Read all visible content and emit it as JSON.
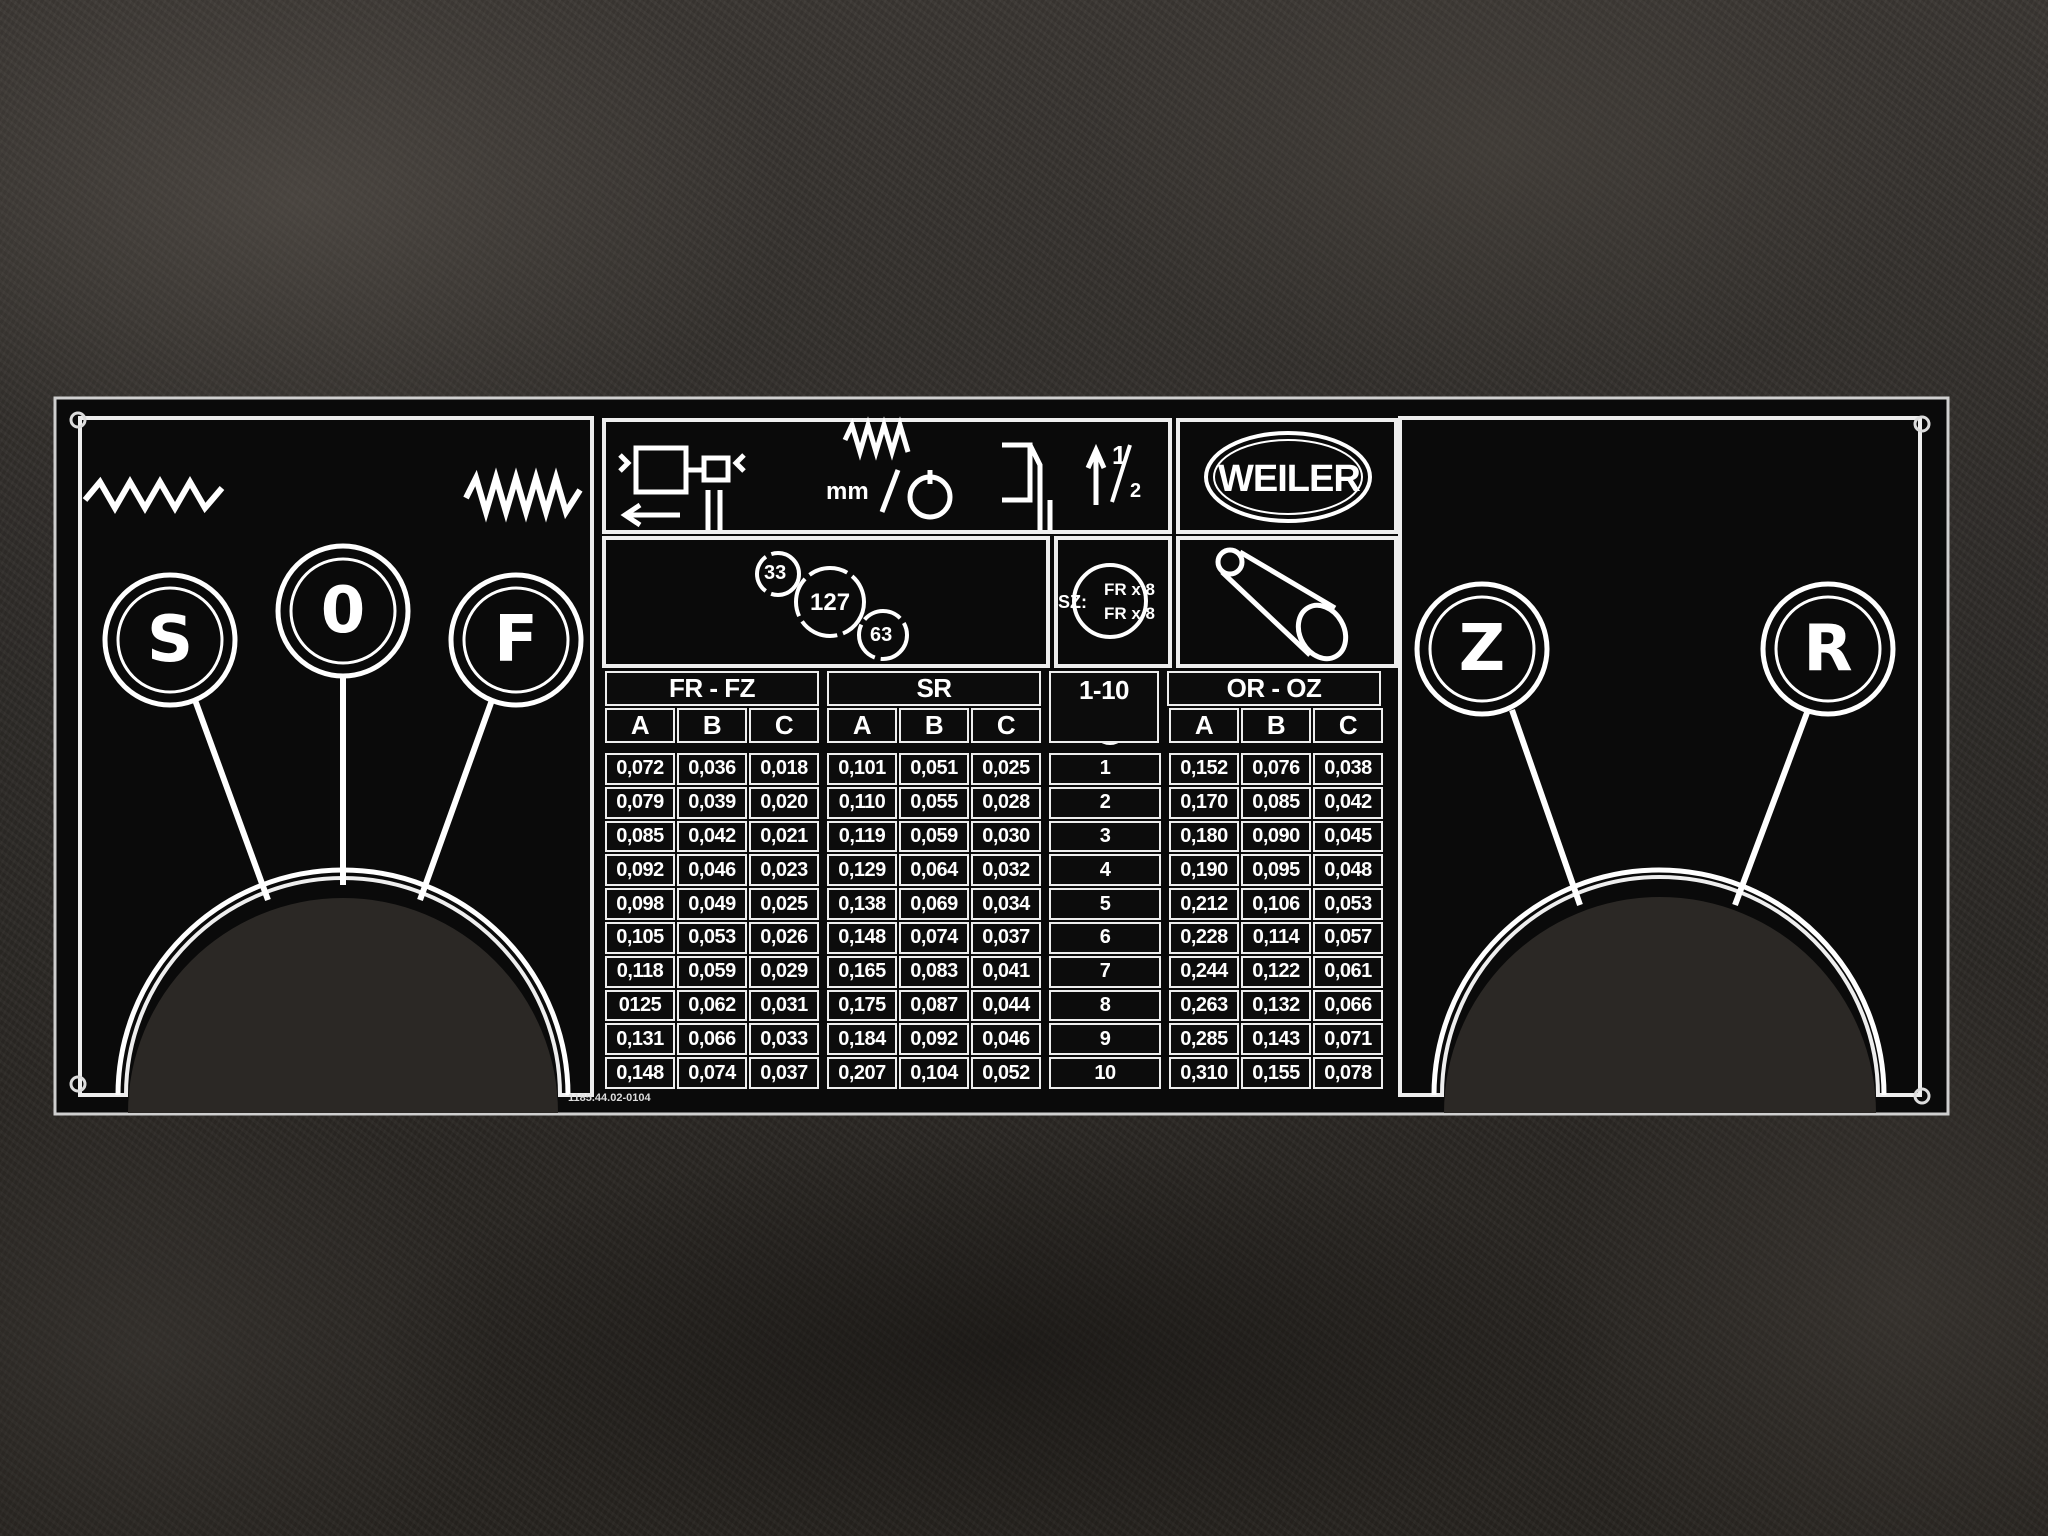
{
  "left_panel": {
    "knobs": [
      "S",
      "0",
      "F"
    ]
  },
  "right_panel": {
    "knobs": [
      "Z",
      "R"
    ]
  },
  "header": {
    "mm": "mm",
    "half_num": "1",
    "half_den": "2",
    "brand": "WEILER",
    "gears": [
      "33",
      "127",
      "63"
    ],
    "sz_label": "SZ:",
    "sz_lines": [
      "FR x 8",
      "FR x 8"
    ]
  },
  "table": {
    "groups": [
      "FR - FZ",
      "SR",
      "1-10",
      "OR - OZ"
    ],
    "subcols": [
      "A",
      "B",
      "C"
    ],
    "rows": [
      {
        "fr": [
          "0,072",
          "0,036",
          "0,018"
        ],
        "sr": [
          "0,101",
          "0,051",
          "0,025"
        ],
        "n": "1",
        "or": [
          "0,152",
          "0,076",
          "0,038"
        ]
      },
      {
        "fr": [
          "0,079",
          "0,039",
          "0,020"
        ],
        "sr": [
          "0,110",
          "0,055",
          "0,028"
        ],
        "n": "2",
        "or": [
          "0,170",
          "0,085",
          "0,042"
        ]
      },
      {
        "fr": [
          "0,085",
          "0,042",
          "0,021"
        ],
        "sr": [
          "0,119",
          "0,059",
          "0,030"
        ],
        "n": "3",
        "or": [
          "0,180",
          "0,090",
          "0,045"
        ]
      },
      {
        "fr": [
          "0,092",
          "0,046",
          "0,023"
        ],
        "sr": [
          "0,129",
          "0,064",
          "0,032"
        ],
        "n": "4",
        "or": [
          "0,190",
          "0,095",
          "0,048"
        ]
      },
      {
        "fr": [
          "0,098",
          "0,049",
          "0,025"
        ],
        "sr": [
          "0,138",
          "0,069",
          "0,034"
        ],
        "n": "5",
        "or": [
          "0,212",
          "0,106",
          "0,053"
        ]
      },
      {
        "fr": [
          "0,105",
          "0,053",
          "0,026"
        ],
        "sr": [
          "0,148",
          "0,074",
          "0,037"
        ],
        "n": "6",
        "or": [
          "0,228",
          "0,114",
          "0,057"
        ]
      },
      {
        "fr": [
          "0,118",
          "0,059",
          "0,029"
        ],
        "sr": [
          "0,165",
          "0,083",
          "0,041"
        ],
        "n": "7",
        "or": [
          "0,244",
          "0,122",
          "0,061"
        ]
      },
      {
        "fr": [
          "0125",
          "0,062",
          "0,031"
        ],
        "sr": [
          "0,175",
          "0,087",
          "0,044"
        ],
        "n": "8",
        "or": [
          "0,263",
          "0,132",
          "0,066"
        ]
      },
      {
        "fr": [
          "0,131",
          "0,066",
          "0,033"
        ],
        "sr": [
          "0,184",
          "0,092",
          "0,046"
        ],
        "n": "9",
        "or": [
          "0,285",
          "0,143",
          "0,071"
        ]
      },
      {
        "fr": [
          "0,148",
          "0,074",
          "0,037"
        ],
        "sr": [
          "0,207",
          "0,104",
          "0,052"
        ],
        "n": "10",
        "or": [
          "0,310",
          "0,155",
          "0,078"
        ]
      }
    ]
  },
  "part_number": "1185.44.02-0104",
  "colors": {
    "plate": "#0a0a0a",
    "background": "#2f2c29",
    "engraving": "#f2f2f2"
  }
}
